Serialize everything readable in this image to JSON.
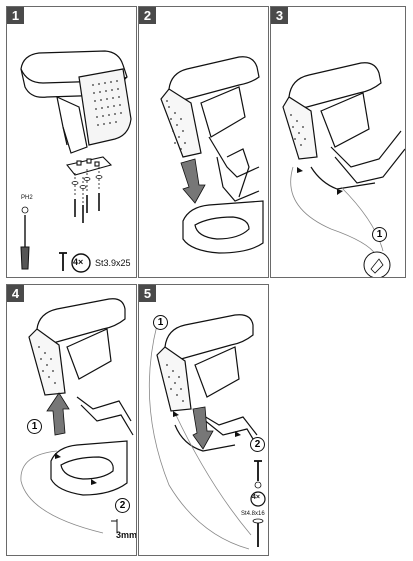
{
  "steps": [
    {
      "number": "1",
      "qty": "4×",
      "screw_spec": "St3.9x25",
      "tool_label": "PH2"
    },
    {
      "number": "2"
    },
    {
      "number": "3",
      "callout": "1"
    },
    {
      "number": "4",
      "callout_1": "1",
      "callout_2": "2",
      "gap": "3mm"
    },
    {
      "number": "5",
      "callout_1": "1",
      "callout_2": "2",
      "qty": "4×",
      "screw_spec": "St4.8x16"
    }
  ],
  "colors": {
    "line": "#111111",
    "panel_border": "#6a6a6a",
    "badge": "#4a4a4a"
  },
  "icons": [
    "armrest-illustration",
    "screwdriver-icon",
    "screw-icon",
    "arrow-down-icon",
    "arrow-up-icon"
  ]
}
